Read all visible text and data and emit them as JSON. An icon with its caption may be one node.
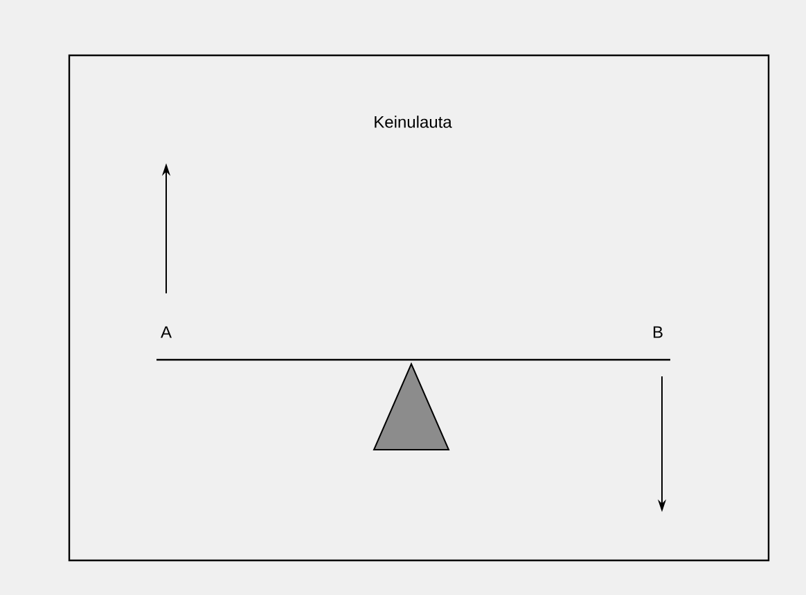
{
  "diagram": {
    "title": "Keinulauta",
    "labels": [
      "A",
      "B"
    ]
  }
}
